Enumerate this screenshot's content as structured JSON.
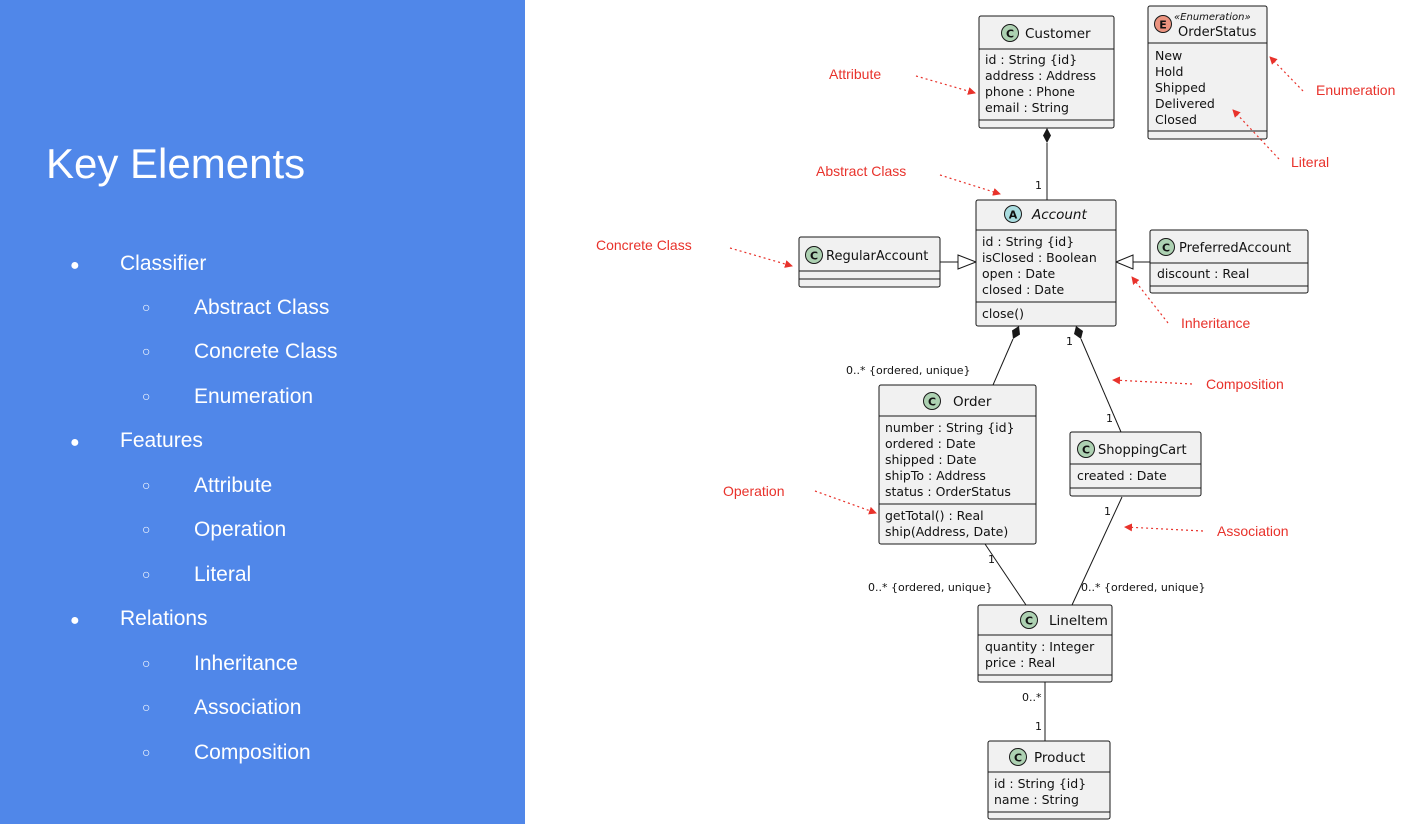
{
  "slide": {
    "title": "Key Elements",
    "outline": [
      {
        "label": "Classifier",
        "children": [
          "Abstract Class",
          "Concrete Class",
          "Enumeration"
        ]
      },
      {
        "label": "Features",
        "children": [
          "Attribute",
          "Operation",
          "Literal"
        ]
      },
      {
        "label": "Relations",
        "children": [
          "Inheritance",
          "Association",
          "Composition"
        ]
      }
    ]
  },
  "diagram": {
    "classes": {
      "customer": {
        "icon": "C",
        "name": "Customer",
        "attributes": [
          "id : String {id}",
          "address : Address",
          "phone : Phone",
          "email : String"
        ]
      },
      "order_status": {
        "icon": "E",
        "stereotype": "«Enumeration»",
        "name": "OrderStatus",
        "literals": [
          "New",
          "Hold",
          "Shipped",
          "Delivered",
          "Closed"
        ]
      },
      "account": {
        "icon": "A",
        "name": "Account",
        "attributes": [
          "id : String {id}",
          "isClosed : Boolean",
          "open : Date",
          "closed : Date"
        ],
        "operations": [
          "close()"
        ]
      },
      "regular_account": {
        "icon": "C",
        "name": "RegularAccount"
      },
      "preferred_account": {
        "icon": "C",
        "name": "PreferredAccount",
        "attributes": [
          "discount : Real"
        ]
      },
      "order": {
        "icon": "C",
        "name": "Order",
        "attributes": [
          "number : String {id}",
          "ordered : Date",
          "shipped : Date",
          "shipTo : Address",
          "status : OrderStatus"
        ],
        "operations": [
          "getTotal() : Real",
          "ship(Address, Date)"
        ]
      },
      "shopping_cart": {
        "icon": "C",
        "name": "ShoppingCart",
        "attributes": [
          "created : Date"
        ]
      },
      "line_item": {
        "icon": "C",
        "name": "LineItem",
        "attributes": [
          "quantity : Integer",
          "price : Real"
        ]
      },
      "product": {
        "icon": "C",
        "name": "Product",
        "attributes": [
          "id : String {id}",
          "name : String"
        ]
      }
    },
    "multiplicities": {
      "customer_account": "1",
      "account_order": "0..* {ordered, unique}",
      "account_cart": "1",
      "cart_account": "1",
      "order_lineitem": "1",
      "lineitem_order": "0..* {ordered, unique}",
      "cart_lineitem": "1",
      "lineitem_cart": "0..* {ordered, unique}",
      "lineitem_product_top": "0..*",
      "lineitem_product_bottom": "1"
    },
    "annotations": {
      "attribute": "Attribute",
      "abstract_class": "Abstract Class",
      "concrete_class": "Concrete Class",
      "enumeration": "Enumeration",
      "literal": "Literal",
      "inheritance": "Inheritance",
      "composition": "Composition",
      "operation": "Operation",
      "association": "Association"
    },
    "colors": {
      "annotation": "#e8322b",
      "class_fill": "#f1f1f1",
      "class_border": "#181818",
      "class_icon": "#add1b2",
      "abstract_icon": "#a9dcdf",
      "enum_icon": "#eb937f",
      "slide_background": "#5087e9"
    }
  }
}
